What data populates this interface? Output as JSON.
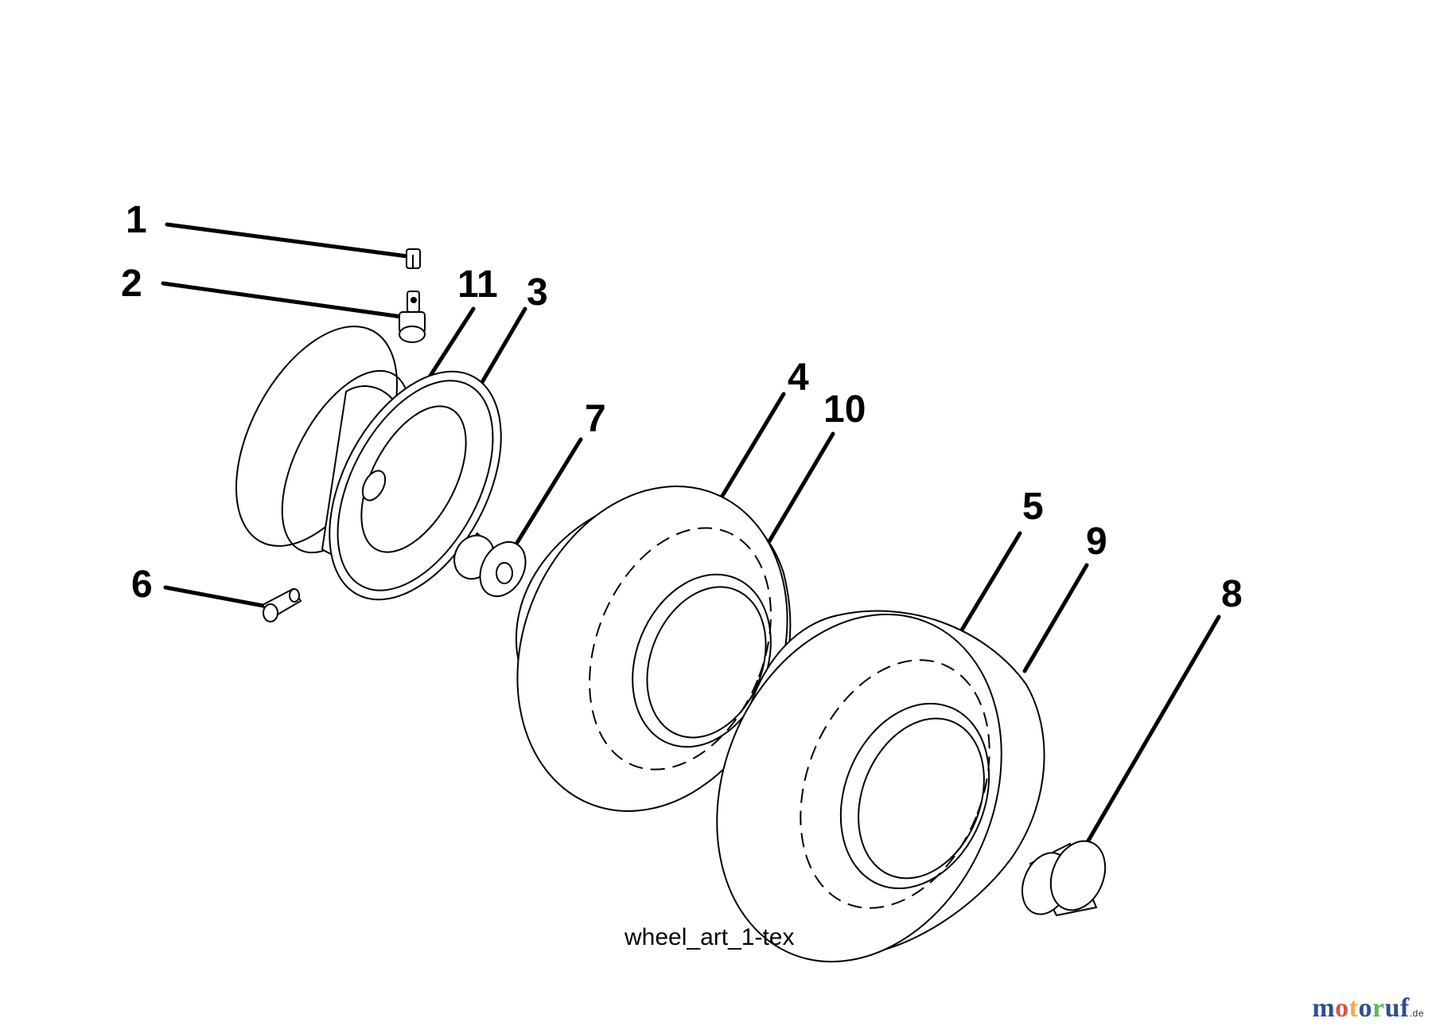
{
  "callouts": [
    "1",
    "2",
    "3",
    "4",
    "5",
    "6",
    "7",
    "8",
    "9",
    "10",
    "11"
  ],
  "caption": "wheel_art_1-tex",
  "watermark": {
    "letters": [
      {
        "ch": "m",
        "color": "#2f4f8f"
      },
      {
        "ch": "o",
        "color": "#d9534f"
      },
      {
        "ch": "t",
        "color": "#f0ad4e"
      },
      {
        "ch": "o",
        "color": "#2f4f8f"
      },
      {
        "ch": "r",
        "color": "#5cb85c"
      },
      {
        "ch": "u",
        "color": "#2f4f8f"
      },
      {
        "ch": "f",
        "color": "#2f4f8f"
      }
    ],
    "suffix": ".de"
  }
}
